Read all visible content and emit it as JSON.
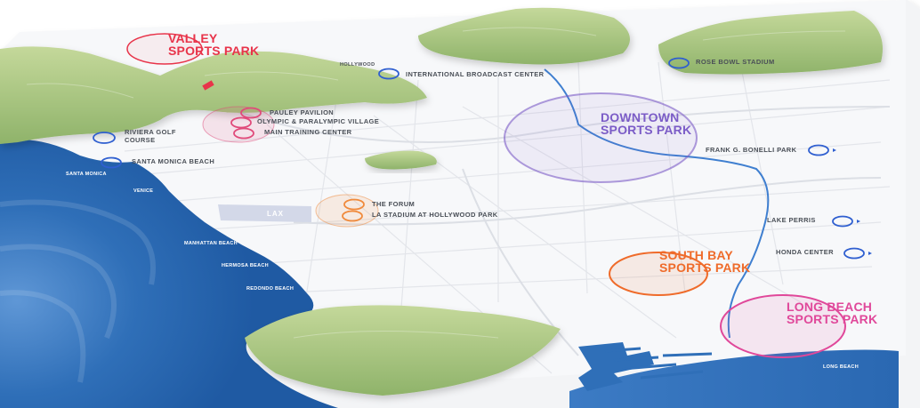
{
  "map": {
    "colors": {
      "ocean": "#2a6cb5",
      "terrain": "#9bbf73",
      "land": "#f4f5f7",
      "valley": "#e8344a",
      "cluster": "#e04a7a",
      "forum": "#f08a3c",
      "downtown": "#7b5cc7",
      "south_bay": "#ef6b2a",
      "long_beach": "#e0489a",
      "venue_marker": "#2f5fd0"
    },
    "sports_parks": {
      "valley": {
        "line1": "VALLEY",
        "line2": "SPORTS PARK"
      },
      "downtown": {
        "line1": "DOWNTOWN",
        "line2": "SPORTS PARK"
      },
      "south_bay": {
        "line1": "SOUTH BAY",
        "line2": "SPORTS PARK"
      },
      "long_beach": {
        "line1": "LONG BEACH",
        "line2": "SPORTS PARK"
      }
    },
    "venues": {
      "hollywood": "HOLLYWOOD",
      "international_broadcast_center": "INTERNATIONAL BROADCAST CENTER",
      "rose_bowl_stadium": "ROSE BOWL STADIUM",
      "pauley_pavilion": "PAULEY PAVILION",
      "olympic_village": "OLYMPIC & PARALYMPIC VILLAGE",
      "main_training_center": "MAIN TRAINING CENTER",
      "riviera_golf_course": "RIVIERA GOLF COURSE",
      "santa_monica_beach": "SANTA MONICA BEACH",
      "frank_g_bonelli_park": "FRANK G. BONELLI PARK",
      "the_forum": "THE FORUM",
      "la_stadium": "LA STADIUM AT HOLLYWOOD PARK",
      "lake_perris": "LAKE PERRIS",
      "honda_center": "HONDA CENTER"
    },
    "places": {
      "santa_monica": "SANTA MONICA",
      "venice": "VENICE",
      "lax": "LAX",
      "manhattan_beach": "MANHATTAN BEACH",
      "hermosa_beach": "HERMOSA BEACH",
      "redondo_beach": "REDONDO BEACH",
      "long_beach": "LONG BEACH"
    }
  }
}
